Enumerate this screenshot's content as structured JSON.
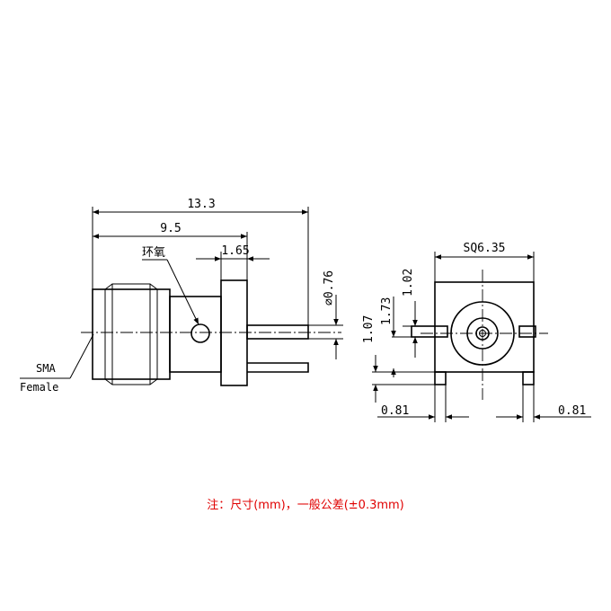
{
  "side_view": {
    "dim_overall": "13.3",
    "dim_body": "9.5",
    "dim_flange": "1.65",
    "dim_pin_dia": "⌀0.76",
    "ring_label": "环氧",
    "type_label_1": "SMA",
    "type_label_2": "Female"
  },
  "front_view": {
    "dim_square": "SQ6.35",
    "dim_1_02": "1.02",
    "dim_1_73": "1.73",
    "dim_1_07": "1.07",
    "dim_left_leg": "0.81",
    "dim_right_leg": "0.81"
  },
  "note": "注：尺寸(mm)，一般公差(±0.3mm)"
}
